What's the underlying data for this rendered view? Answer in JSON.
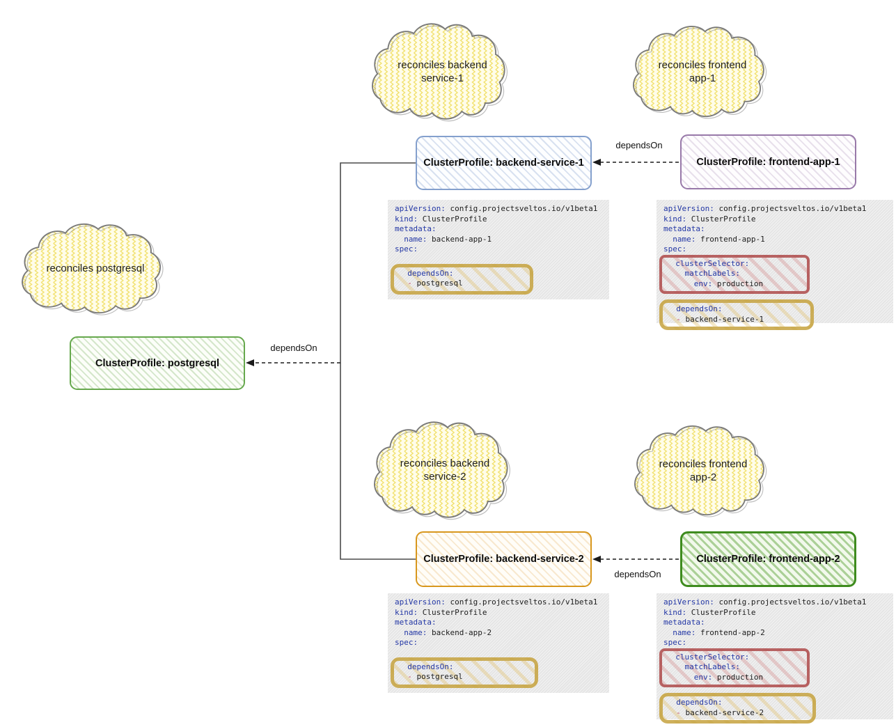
{
  "colors": {
    "cloud_fill": "#fffdea",
    "cloud_zigzag": "#f1e069",
    "cloud_outline": "#7a7a7a",
    "backend_service_1_border": "#84a0cd",
    "frontend_app_1_border": "#9879a9",
    "postgresql_border": "#66a84d",
    "backend_service_2_border": "#d8971d",
    "frontend_app_2_border": "#3e8b1e",
    "yaml_key": "#2337a5",
    "yaml_value": "#1d1d1d",
    "yaml_dash": "#bf4360",
    "highlight_gold": "#c6a23e",
    "highlight_red": "#b15353"
  },
  "clouds": {
    "backend1": {
      "line1": "reconciles backend",
      "line2": "service-1"
    },
    "frontend1": {
      "line1": "reconciles frontend",
      "line2": "app-1"
    },
    "postgresql": {
      "line1": "reconciles postgresql",
      "line2": ""
    },
    "backend2": {
      "line1": "reconciles backend",
      "line2": "service-2"
    },
    "frontend2": {
      "line1": "reconciles frontend",
      "line2": "app-2"
    }
  },
  "boxes": {
    "backend1": "ClusterProfile: backend-service-1",
    "frontend1": "ClusterProfile: frontend-app-1",
    "postgresql": "ClusterProfile: postgresql",
    "backend2": "ClusterProfile: backend-service-2",
    "frontend2": "ClusterProfile: frontend-app-2"
  },
  "edge_labels": {
    "frontend1_backend1": "dependsOn",
    "backends_postgresql": "dependsOn",
    "frontend2_backend2": "dependsOn"
  },
  "yaml": {
    "backend1": {
      "l0k": "apiVersion:",
      "l0v": " config.projectsveltos.io/v1beta1",
      "l1k": "kind:",
      "l1v": " ClusterProfile",
      "l2k": "metadata:",
      "l2v": "",
      "l3k": "  name:",
      "l3v": " backend-app-1",
      "l4k": "spec:",
      "l4v": "",
      "depk": "  dependsOn:",
      "depd": "  -",
      "depv": " postgresql"
    },
    "frontend1": {
      "l0k": "apiVersion:",
      "l0v": " config.projectsveltos.io/v1beta1",
      "l1k": "kind:",
      "l1v": " ClusterProfile",
      "l2k": "metadata:",
      "l2v": "",
      "l3k": "  name:",
      "l3v": " frontend-app-1",
      "l4k": "spec:",
      "l4v": "",
      "sel0": "  clusterSelector:",
      "sel1": "    matchLabels:",
      "sel2k": "      env:",
      "sel2v": " production",
      "depk": "  dependsOn:",
      "depd": "  -",
      "depv": " backend-service-1"
    },
    "backend2": {
      "l0k": "apiVersion:",
      "l0v": " config.projectsveltos.io/v1beta1",
      "l1k": "kind:",
      "l1v": " ClusterProfile",
      "l2k": "metadata:",
      "l2v": "",
      "l3k": "  name:",
      "l3v": " backend-app-2",
      "l4k": "spec:",
      "l4v": "",
      "depk": "  dependsOn:",
      "depd": "  -",
      "depv": " postgresql"
    },
    "frontend2": {
      "l0k": "apiVersion:",
      "l0v": " config.projectsveltos.io/v1beta1",
      "l1k": "kind:",
      "l1v": " ClusterProfile",
      "l2k": "metadata:",
      "l2v": "",
      "l3k": "  name:",
      "l3v": " frontend-app-2",
      "l4k": "spec:",
      "l4v": "",
      "sel0": "  clusterSelector:",
      "sel1": "    matchLabels:",
      "sel2k": "      env:",
      "sel2v": " production",
      "depk": "  dependsOn:",
      "depd": "  -",
      "depv": " backend-service-2"
    }
  }
}
